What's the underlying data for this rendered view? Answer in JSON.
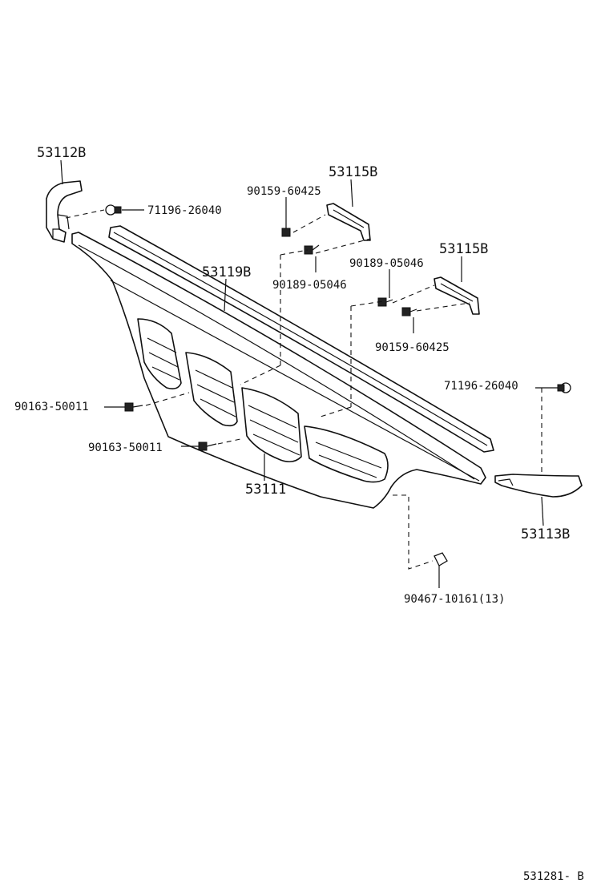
{
  "diagram": {
    "reference_code": "531281- B",
    "labels": {
      "part_53112B": "53112B",
      "part_53115B_upper": "53115B",
      "part_53115B_right": "53115B",
      "part_53119B": "53119B",
      "part_53111": "53111",
      "part_53113B": "53113B",
      "clip_71196_26040_left": "71196-26040",
      "clip_71196_26040_right": "71196-26040",
      "screw_90159_60425_upper": "90159-60425",
      "screw_90159_60425_lower": "90159-60425",
      "screw_90189_05046_left": "90189-05046",
      "screw_90189_05046_right": "90189-05046",
      "screw_90163_50011_upper": "90163-50011",
      "screw_90163_50011_lower": "90163-50011",
      "clip_90467_10161": "90467-10161(13)"
    }
  }
}
